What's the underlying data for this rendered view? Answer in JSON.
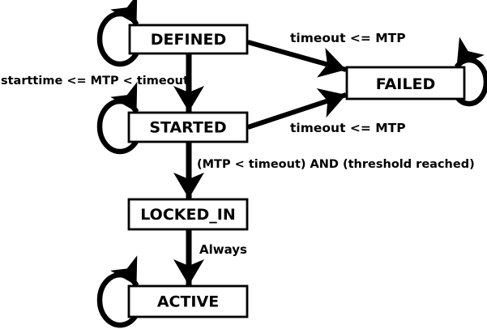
{
  "diagram": {
    "kind": "state-machine",
    "colors": {
      "background": "#ffffff",
      "ink": "#000000",
      "state_fill": "#ffffff"
    },
    "states": [
      {
        "id": "defined",
        "label": "DEFINED"
      },
      {
        "id": "failed",
        "label": "FAILED"
      },
      {
        "id": "started",
        "label": "STARTED"
      },
      {
        "id": "locked_in",
        "label": "LOCKED_IN"
      },
      {
        "id": "active",
        "label": "ACTIVE"
      }
    ],
    "transitions": [
      {
        "from": "DEFINED",
        "to": "FAILED",
        "label": "timeout <= MTP"
      },
      {
        "from": "DEFINED",
        "to": "STARTED",
        "label": "starttime <= MTP < timeout"
      },
      {
        "from": "STARTED",
        "to": "FAILED",
        "label": "timeout <= MTP"
      },
      {
        "from": "STARTED",
        "to": "LOCKED_IN",
        "label": "(MTP < timeout) AND (threshold reached)"
      },
      {
        "from": "LOCKED_IN",
        "to": "ACTIVE",
        "label": "Always"
      },
      {
        "from": "DEFINED",
        "to": "DEFINED",
        "label": ""
      },
      {
        "from": "STARTED",
        "to": "STARTED",
        "label": ""
      },
      {
        "from": "ACTIVE",
        "to": "ACTIVE",
        "label": ""
      },
      {
        "from": "FAILED",
        "to": "FAILED",
        "label": ""
      }
    ]
  }
}
